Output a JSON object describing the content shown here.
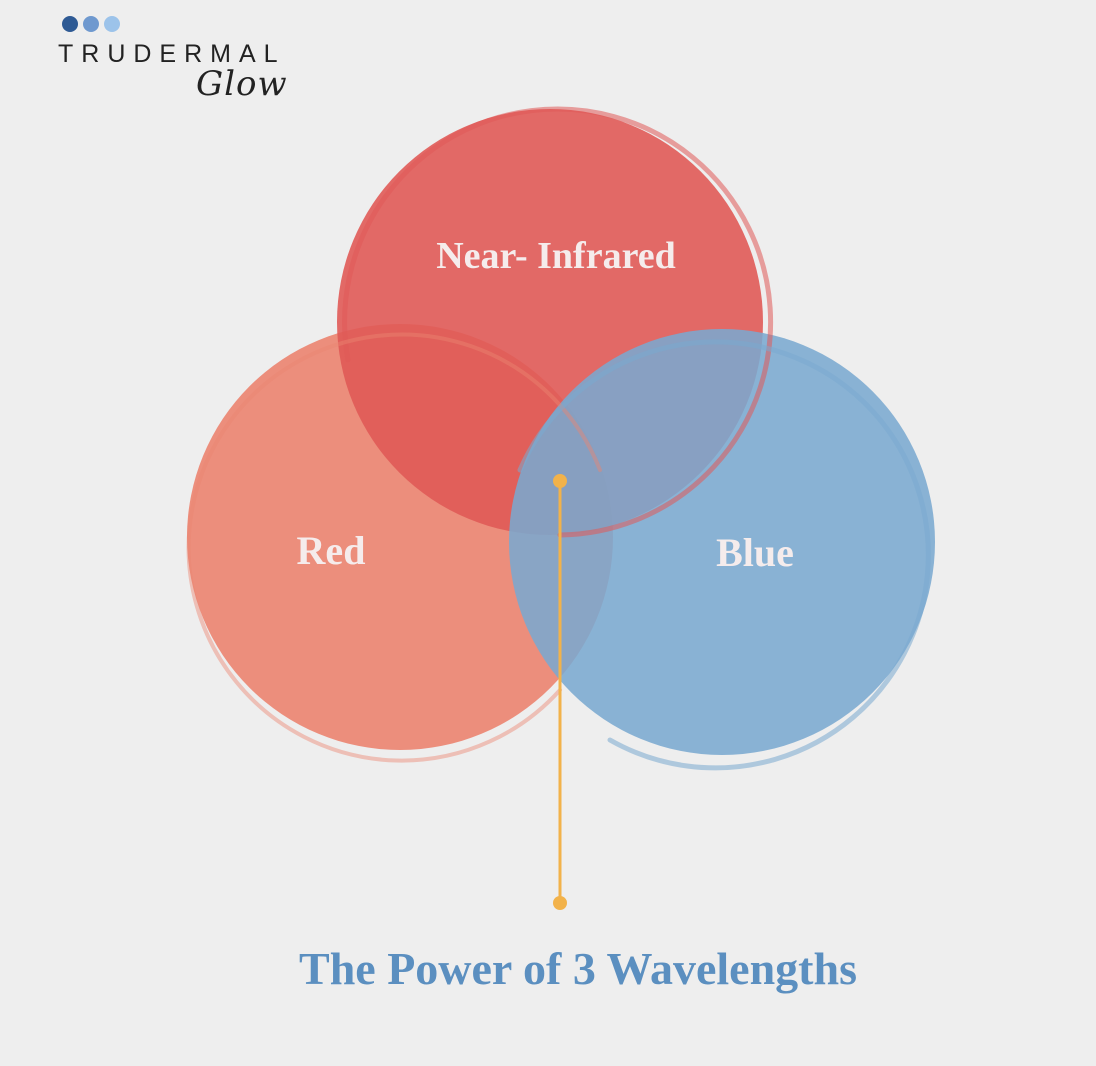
{
  "brand": {
    "wordmark": "TRUDERMAL",
    "script": "Glow",
    "dot_colors": [
      "#2e5a94",
      "#6f99cf",
      "#9cc3ea"
    ]
  },
  "diagram": {
    "circles": [
      {
        "label": "Near- Infrared",
        "color": "#e05a57"
      },
      {
        "label": "Red",
        "color": "#eb8572"
      },
      {
        "label": "Blue",
        "color": "#7aa9d0"
      }
    ],
    "connector_color": "#f2b24a"
  },
  "caption": {
    "text": "The Power of 3 Wavelengths",
    "color": "#5b8fc0"
  }
}
